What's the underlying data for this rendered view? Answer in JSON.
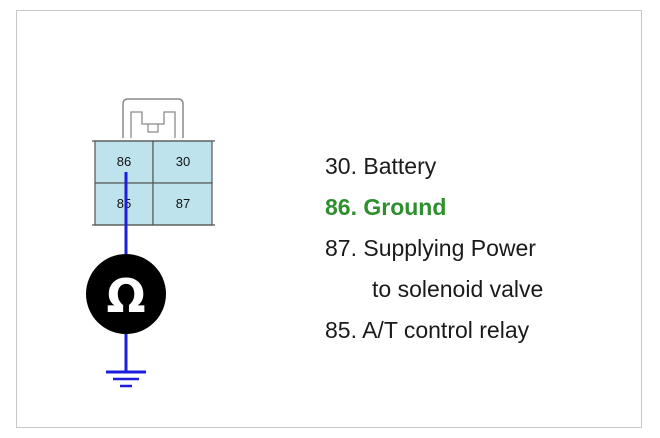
{
  "connector": {
    "pins": {
      "top_left": "86",
      "top_right": "30",
      "bottom_left": "85",
      "bottom_right": "87"
    },
    "colors": {
      "pin_fill": "#bfe3ec",
      "wire": "#1d1ddb",
      "meter": "#000000"
    }
  },
  "meter": {
    "symbol": "Ω"
  },
  "legend": {
    "items": [
      {
        "text": "30. Battery",
        "color": "#1a1a1a"
      },
      {
        "text": "86. Ground",
        "color": "#2f8f2f"
      },
      {
        "text": "87. Supplying Power",
        "color": "#1a1a1a"
      },
      {
        "text": "to solenoid valve",
        "color": "#1a1a1a"
      },
      {
        "text": "85. A/T control relay",
        "color": "#1a1a1a"
      }
    ]
  }
}
